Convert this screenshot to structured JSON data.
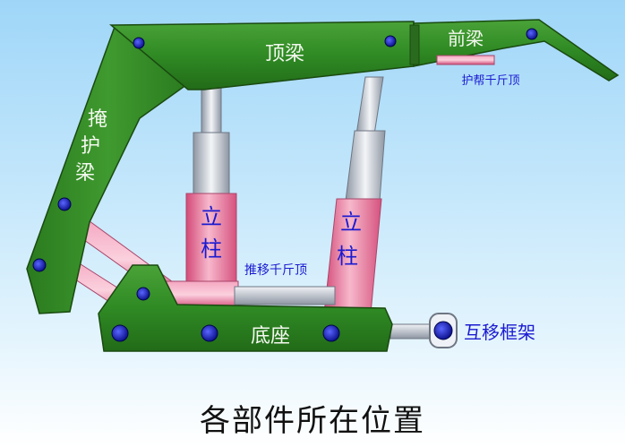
{
  "labels": {
    "canopy": "顶梁",
    "front_beam": "前梁",
    "shield_beam": [
      "掩",
      "护",
      "梁"
    ],
    "side_guard_jack": "护帮千斤顶",
    "leg_left": [
      "立",
      "柱"
    ],
    "leg_right": [
      "立",
      "柱"
    ],
    "push_jack": "推移千斤顶",
    "base": "底座",
    "frame_advance": "互移框架"
  },
  "caption": "各部件所在位置",
  "colors": {
    "steel_green": "#3a8a2a",
    "steel_green_dark": "#1f5a14",
    "leg_pink": "#e8789a",
    "rod_gray": "#c9ced6",
    "pin_blue": "#1a22c8",
    "text_blue": "#1a1ad0"
  }
}
